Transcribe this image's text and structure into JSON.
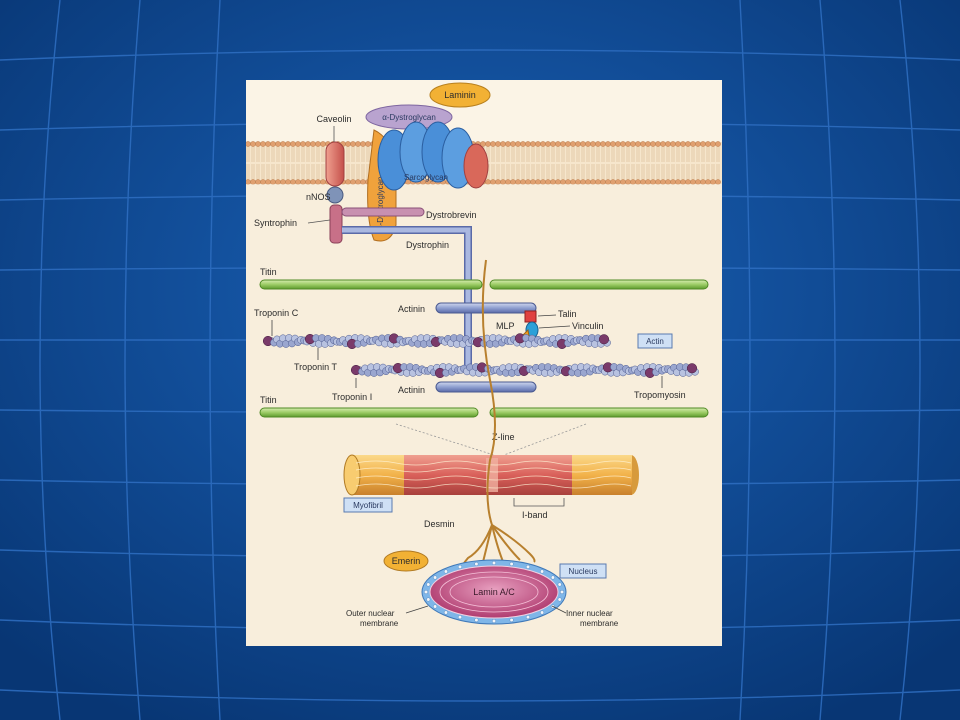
{
  "slide": {
    "background": "#0a3f86",
    "grid_color": "#2f6fc2"
  },
  "diagram": {
    "labels": {
      "laminin": "Laminin",
      "alpha_dystroglycan": "α-Dystroglycan",
      "beta_dystroglycan": "β-Dystroglycan",
      "sarcoglycan": "Sarcoglycan",
      "caveolin": "Caveolin",
      "nnos": "nNOS",
      "syntrophin": "Syntrophin",
      "dystrobrevin": "Dystrobrevin",
      "dystrophin": "Dystrophin",
      "titin_top": "Titin",
      "titin_bottom": "Titin",
      "actinin_top": "Actinin",
      "actinin_bottom": "Actinin",
      "troponin_c": "Troponin C",
      "troponin_t": "Troponin T",
      "troponin_i": "Troponin I",
      "talin": "Talin",
      "vinculin": "Vinculin",
      "mlp": "MLP",
      "actin": "Actin",
      "tropomyosin": "Tropomyosin",
      "z_line": "Z-line",
      "myofibril": "Myofibril",
      "desmin": "Desmin",
      "i_band": "I-band",
      "emerin": "Emerin",
      "nucleus": "Nucleus",
      "lamin_ac": "Lamin A/C",
      "outer_membrane_1": "Outer nuclear",
      "outer_membrane_2": "membrane",
      "inner_membrane_1": "Inner nuclear",
      "inner_membrane_2": "membrane"
    },
    "colors": {
      "laminin": "#f2b134",
      "dystroglycan": "#f0a23c",
      "sarcoglycan": "#4a8fd8",
      "caveolin": "#d9685a",
      "titin": "#9ccc65",
      "actinin": "#8f9fd0",
      "actin_bead": "#9aa6cf",
      "troponin_bead": "#7a3a6a",
      "desmin": "#c89040",
      "myofibril_outer": "#f2b24a",
      "myofibril_inner": "#d9605a",
      "nucleus": "#c24a7a",
      "nuclear_membrane": "#7fb6e8"
    }
  }
}
